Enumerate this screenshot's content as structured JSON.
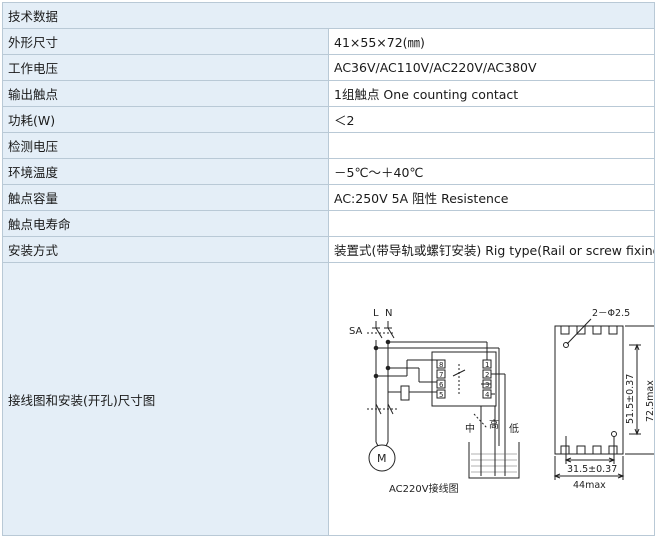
{
  "table": {
    "header": "技术数据",
    "rows": [
      {
        "label": "外形尺寸",
        "value": "41×55×72(㎜)"
      },
      {
        "label": "工作电压",
        "value": "AC36V/AC110V/AC220V/AC380V"
      },
      {
        "label": "输出触点",
        "value": "1组触点 One counting contact"
      },
      {
        "label": "功耗(W)",
        "value": "＜2"
      },
      {
        "label": "检测电压",
        "value": ""
      },
      {
        "label": "环境温度",
        "value": "－5℃～＋40℃"
      },
      {
        "label": "触点容量",
        "value": "AC:250V 5A 阻性 Resistence"
      },
      {
        "label": "触点电寿命",
        "value": ""
      },
      {
        "label": "安装方式",
        "value": "装置式(带导轨或螺钉安装) Rig type(Rail or screw fixing)"
      }
    ],
    "diagram_row_label": "接线图和安装(开孔)尺寸图"
  },
  "wiring": {
    "L": "L",
    "N": "N",
    "SA": "SA",
    "motor": "M",
    "caption": "AC220V接线图",
    "terminals_left": [
      "8",
      "7",
      "6",
      "5"
    ],
    "terminals_right": [
      "1",
      "2",
      "3",
      "4"
    ],
    "probe_mid": "中",
    "probe_high": "高",
    "probe_low": "低"
  },
  "mount": {
    "hole": "2－Φ2.5",
    "height_inner": "51.5±0.37",
    "height_max": "72.5max",
    "width_inner": "31.5±0.37",
    "width_max": "44max"
  }
}
